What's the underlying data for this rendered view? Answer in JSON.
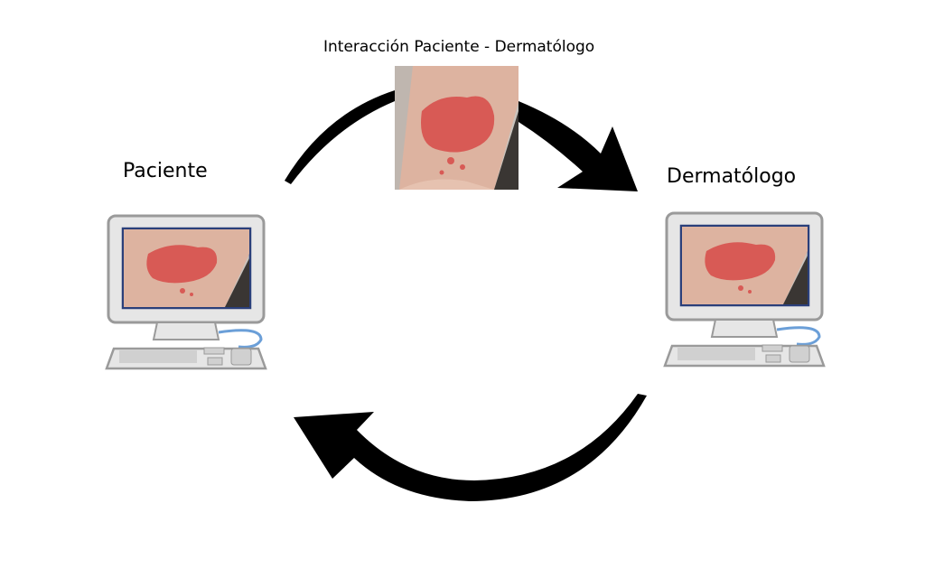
{
  "diagram": {
    "title": "Interacción Paciente - Dermatólogo",
    "nodes": {
      "patient": {
        "label": "Paciente"
      },
      "dermatologist": {
        "label": "Dermatólogo"
      }
    },
    "colors": {
      "arrow": "#000000",
      "skin": "#e3b7a5",
      "lesion": "#d9534f",
      "screen_border": "#2a3f7a",
      "monitor_body": "#e8e8e8",
      "cable": "#6b9fd8"
    },
    "icons": [
      "skin-lesion-photo",
      "computer-icon",
      "computer-icon",
      "cycle-arrow",
      "cycle-arrow"
    ]
  }
}
